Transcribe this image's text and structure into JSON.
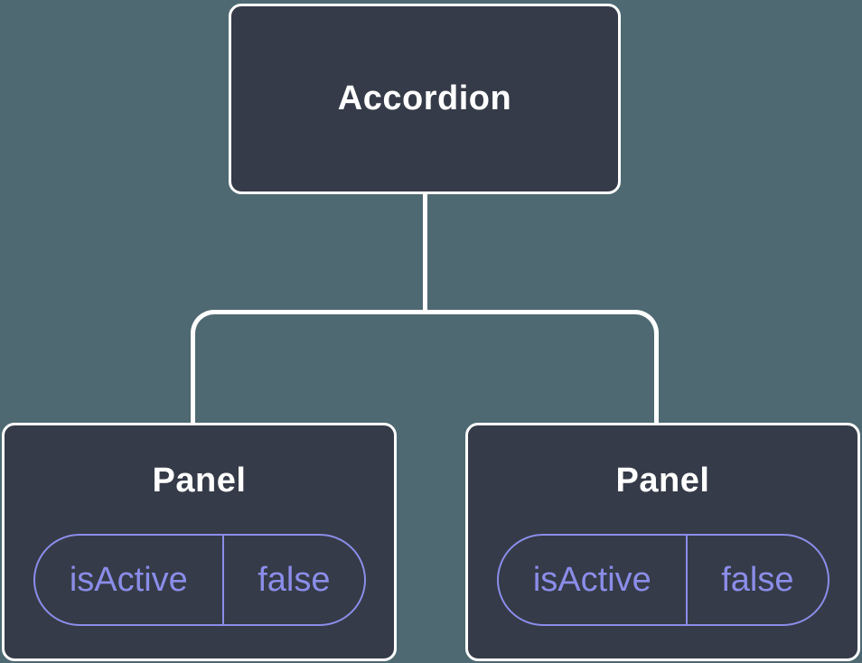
{
  "theme": {
    "bg": "#4E6972",
    "node-fill": "#353B48",
    "line": "#FFFFFF",
    "title-color": "#FFFFFF",
    "accent": "#8B8DE9"
  },
  "tree": {
    "root": {
      "label": "Accordion"
    },
    "children": [
      {
        "label": "Panel",
        "state": {
          "name": "isActive",
          "value": "false"
        }
      },
      {
        "label": "Panel",
        "state": {
          "name": "isActive",
          "value": "false"
        }
      }
    ]
  }
}
